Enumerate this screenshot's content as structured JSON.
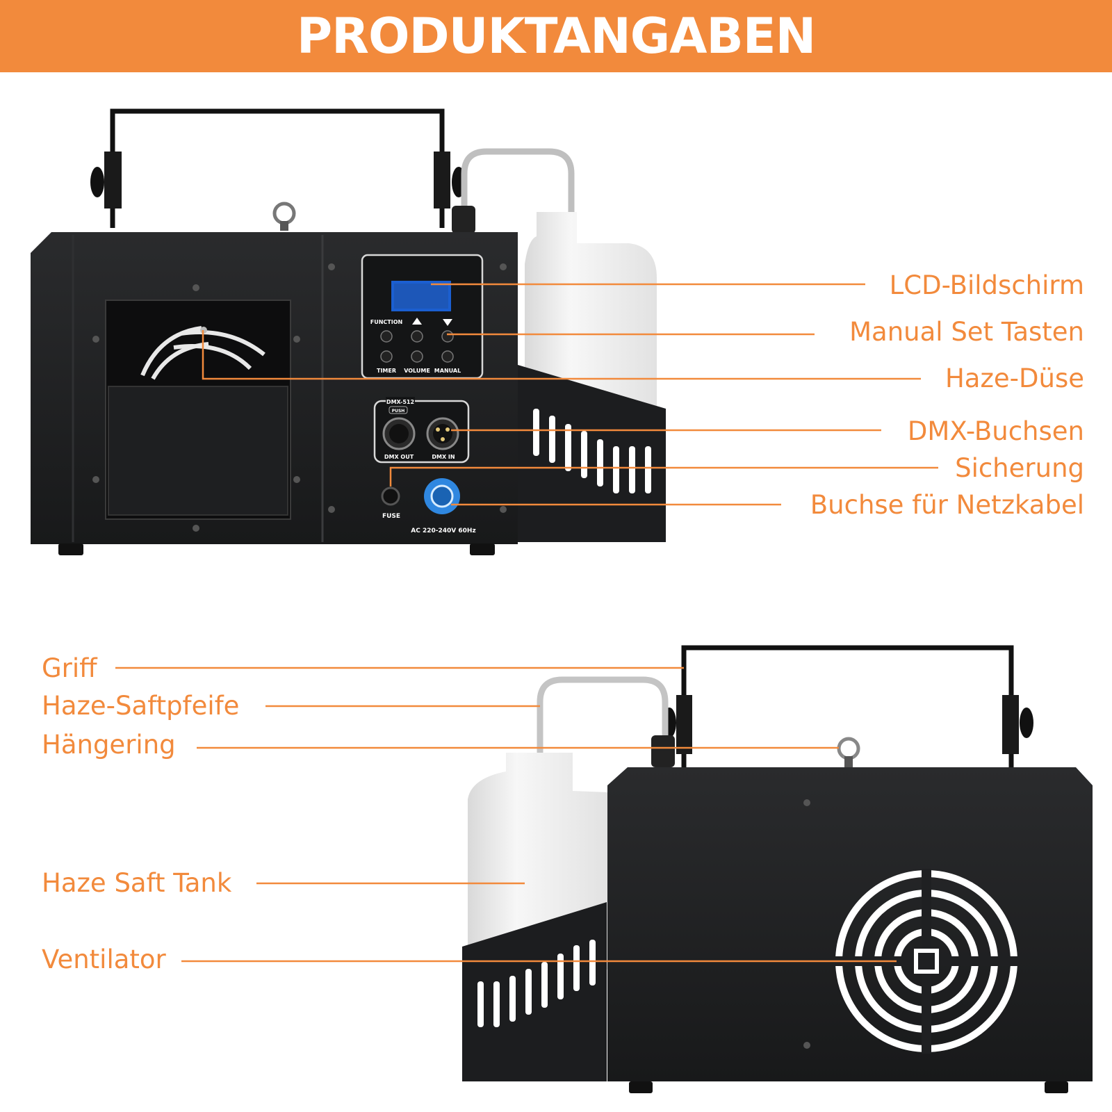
{
  "banner": {
    "title": "PRODUKTANGABEN"
  },
  "front_view": {
    "panel_labels": {
      "function": "FUNCTION",
      "timer": "TIMER",
      "volume": "VOLUME",
      "manual": "MANUAL",
      "dmx_title": "DMX-512",
      "push": "PUSH",
      "dmx_out": "DMX OUT",
      "dmx_in": "DMX IN",
      "fuse": "FUSE",
      "power_rating": "AC 220-240V 60Hz"
    },
    "callouts": [
      "LCD-Bildschirm",
      "Manual Set Tasten",
      "Haze-Düse",
      "DMX-Buchsen",
      "Sicherung",
      "Buchse für Netzkabel"
    ]
  },
  "back_view": {
    "callouts": [
      "Griff",
      "Haze-Saftpfeife",
      "Hängering",
      "Haze Saft Tank",
      "Ventilator"
    ]
  },
  "colors": {
    "accent": "#f28a3c",
    "body": "#1f2022",
    "lcd": "#1b5fd1",
    "power_connector": "#2f87e0"
  }
}
